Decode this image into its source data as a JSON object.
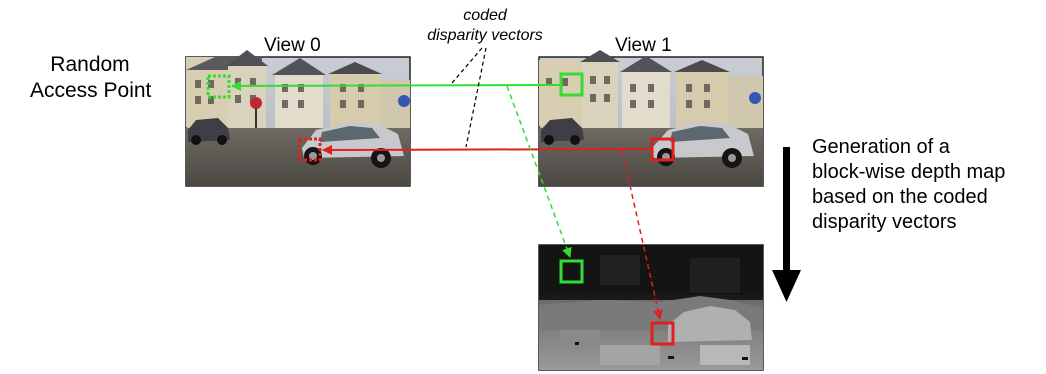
{
  "labels": {
    "random_access_point": [
      "Random",
      "Access Point"
    ],
    "view0": "View 0",
    "view1": "View 1",
    "coded_disparity_vectors": [
      "coded",
      "disparity vectors"
    ],
    "generation": [
      "Generation of a",
      "block-wise depth map",
      "based on the coded",
      "disparity vectors"
    ]
  },
  "colors": {
    "green": "#33dd33",
    "red": "#e02020",
    "frame_border": "#222222",
    "dashed_annotation": "#000000"
  }
}
